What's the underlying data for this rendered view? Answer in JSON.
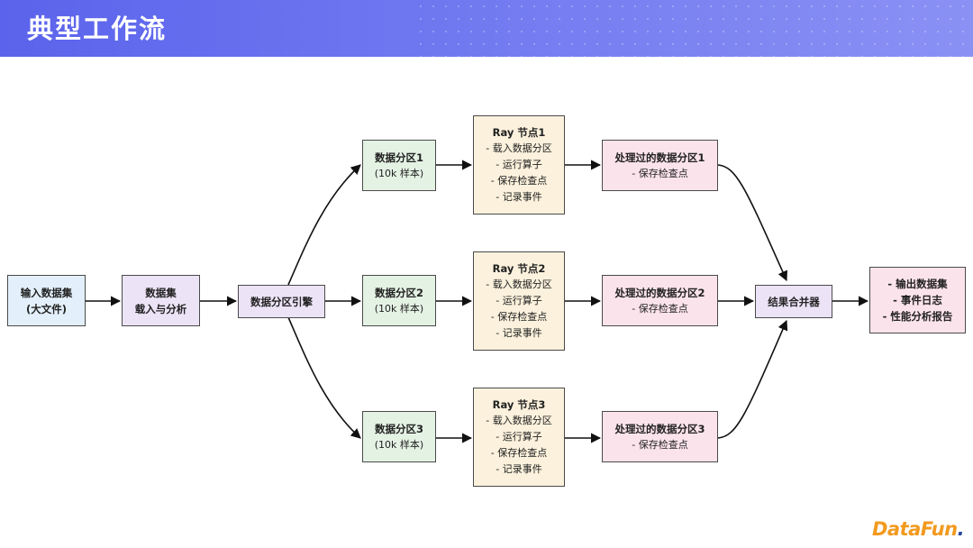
{
  "header": {
    "title": "典型工作流"
  },
  "nodes": {
    "input": {
      "line1": "输入数据集",
      "line2": "(大文件)"
    },
    "loader": {
      "line1": "数据集",
      "line2": "载入与分析"
    },
    "engine": {
      "line1": "数据分区引擎"
    },
    "partitions": [
      {
        "title": "数据分区1",
        "sub": "(10k 样本)"
      },
      {
        "title": "数据分区2",
        "sub": "(10k 样本)"
      },
      {
        "title": "数据分区3",
        "sub": "(10k 样本)"
      }
    ],
    "ray_nodes": [
      {
        "title": "Ray 节点1",
        "items": [
          "- 载入数据分区",
          "- 运行算子",
          "- 保存检查点",
          "- 记录事件"
        ]
      },
      {
        "title": "Ray 节点2",
        "items": [
          "- 载入数据分区",
          "- 运行算子",
          "- 保存检查点",
          "- 记录事件"
        ]
      },
      {
        "title": "Ray 节点3",
        "items": [
          "- 载入数据分区",
          "- 运行算子",
          "- 保存检查点",
          "- 记录事件"
        ]
      }
    ],
    "processed": [
      {
        "title": "处理过的数据分区1",
        "sub": "- 保存检查点"
      },
      {
        "title": "处理过的数据分区2",
        "sub": "- 保存检查点"
      },
      {
        "title": "处理过的数据分区3",
        "sub": "- 保存检查点"
      }
    ],
    "merger": {
      "line1": "结果合并器"
    },
    "output": {
      "items": [
        "- 输出数据集",
        "- 事件日志",
        "- 性能分析报告"
      ]
    }
  },
  "logo": {
    "text": "DataFun",
    "suffix": "."
  }
}
